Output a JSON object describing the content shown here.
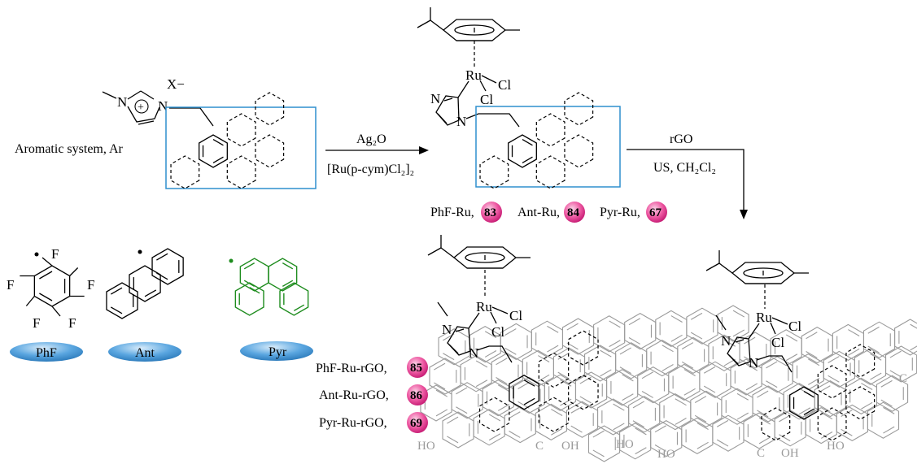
{
  "atoms": {
    "N": "N",
    "plus": "+",
    "anion": "X−",
    "Ru": "Ru",
    "Cl": "Cl",
    "F": "F",
    "HO": "HO",
    "OH": "OH"
  },
  "start_label": "Aromatic system, Ar",
  "step1": {
    "above": "Ag₂O",
    "below": "[Ru(p-cym)Cl₂]₂"
  },
  "step2": {
    "above": "rGO",
    "below": "US, CH₂Cl₂"
  },
  "products_homogeneous": [
    {
      "label": "PhF-Ru,",
      "number": "83"
    },
    {
      "label": "Ant-Ru,",
      "number": "84"
    },
    {
      "label": "Pyr-Ru,",
      "number": "67"
    }
  ],
  "products_rgo": [
    {
      "label": "PhF-Ru-rGO,",
      "number": "85"
    },
    {
      "label": "Ant-Ru-rGO,",
      "number": "86"
    },
    {
      "label": "Pyr-Ru-rGO,",
      "number": "69"
    }
  ],
  "aromatic_tags": [
    "PhF",
    "Ant",
    "Pyr"
  ],
  "colors": {
    "box": "#2f8fce",
    "pyrene": "#1e8c1e",
    "graphene": "#9a9a9a",
    "badge": "#e8338a",
    "pill": "#3a8fd0"
  }
}
